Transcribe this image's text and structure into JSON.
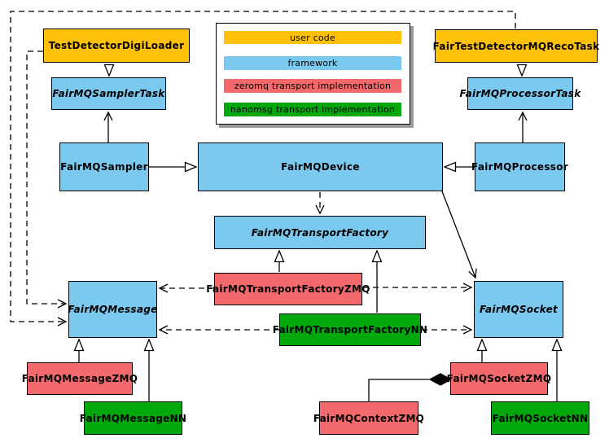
{
  "diagram_type": "uml-class-diagram",
  "colors": {
    "user": "#FFC107",
    "framework": "#7CC9F0",
    "zeromq": "#F4696B",
    "nanomsg": "#00A80B",
    "border": "#000000",
    "background": "#FFFFFF",
    "legend_shadow": "#9A9A9A"
  },
  "legend": {
    "items": [
      {
        "label": "user code",
        "category": "user"
      },
      {
        "label": "framework",
        "category": "framework"
      },
      {
        "label": "zeromq transport implementation",
        "category": "zeromq"
      },
      {
        "label": "nanomsg transport implementation",
        "category": "nanomsg"
      }
    ]
  },
  "nodes": {
    "testDetectorDigiLoader": {
      "label": "TestDetectorDigiLoader",
      "category": "user",
      "abstract": false
    },
    "fairTestDetectorMQRecoTask": {
      "label": "FairTestDetectorMQRecoTask",
      "category": "user",
      "abstract": false
    },
    "fairMQSamplerTask": {
      "label": "FairMQSamplerTask",
      "category": "framework",
      "abstract": true
    },
    "fairMQProcessorTask": {
      "label": "FairMQProcessorTask",
      "category": "framework",
      "abstract": true
    },
    "fairMQSampler": {
      "label": "FairMQSampler",
      "category": "framework",
      "abstract": false
    },
    "fairMQDevice": {
      "label": "FairMQDevice",
      "category": "framework",
      "abstract": false
    },
    "fairMQProcessor": {
      "label": "FairMQProcessor",
      "category": "framework",
      "abstract": false
    },
    "fairMQTransportFactory": {
      "label": "FairMQTransportFactory",
      "category": "framework",
      "abstract": true
    },
    "fairMQTransportFactoryZMQ": {
      "label": "FairMQTransportFactoryZMQ",
      "category": "zeromq",
      "abstract": false
    },
    "fairMQTransportFactoryNN": {
      "label": "FairMQTransportFactoryNN",
      "category": "nanomsg",
      "abstract": false
    },
    "fairMQMessage": {
      "label": "FairMQMessage",
      "category": "framework",
      "abstract": true
    },
    "fairMQSocket": {
      "label": "FairMQSocket",
      "category": "framework",
      "abstract": true
    },
    "fairMQMessageZMQ": {
      "label": "FairMQMessageZMQ",
      "category": "zeromq",
      "abstract": false
    },
    "fairMQMessageNN": {
      "label": "FairMQMessageNN",
      "category": "nanomsg",
      "abstract": false
    },
    "fairMQSocketZMQ": {
      "label": "FairMQSocketZMQ",
      "category": "zeromq",
      "abstract": false
    },
    "fairMQSocketNN": {
      "label": "FairMQSocketNN",
      "category": "nanomsg",
      "abstract": false
    },
    "fairMQContextZMQ": {
      "label": "FairMQContextZMQ",
      "category": "zeromq",
      "abstract": false
    }
  },
  "edges": [
    {
      "from": "TestDetectorDigiLoader",
      "to": "FairMQSamplerTask",
      "type": "inheritance"
    },
    {
      "from": "FairTestDetectorMQRecoTask",
      "to": "FairMQProcessorTask",
      "type": "inheritance"
    },
    {
      "from": "FairMQSampler",
      "to": "FairMQSamplerTask",
      "type": "association"
    },
    {
      "from": "FairMQSampler",
      "to": "FairMQDevice",
      "type": "inheritance"
    },
    {
      "from": "FairMQProcessor",
      "to": "FairMQProcessorTask",
      "type": "association"
    },
    {
      "from": "FairMQProcessor",
      "to": "FairMQDevice",
      "type": "inheritance"
    },
    {
      "from": "FairMQDevice",
      "to": "FairMQTransportFactory",
      "type": "dependency-dashed"
    },
    {
      "from": "FairMQDevice",
      "to": "FairMQSocket",
      "type": "association"
    },
    {
      "from": "FairMQTransportFactoryZMQ",
      "to": "FairMQTransportFactory",
      "type": "inheritance"
    },
    {
      "from": "FairMQTransportFactoryNN",
      "to": "FairMQTransportFactory",
      "type": "inheritance"
    },
    {
      "from": "FairMQTransportFactoryZMQ",
      "to": "FairMQMessage",
      "type": "dependency-dashed"
    },
    {
      "from": "FairMQTransportFactoryZMQ",
      "to": "FairMQSocket",
      "type": "dependency-dashed"
    },
    {
      "from": "FairMQTransportFactoryNN",
      "to": "FairMQMessage",
      "type": "dependency-dashed"
    },
    {
      "from": "FairMQTransportFactoryNN",
      "to": "FairMQSocket",
      "type": "dependency-dashed"
    },
    {
      "from": "FairMQMessageZMQ",
      "to": "FairMQMessage",
      "type": "inheritance"
    },
    {
      "from": "FairMQMessageNN",
      "to": "FairMQMessage",
      "type": "inheritance"
    },
    {
      "from": "FairMQSocketZMQ",
      "to": "FairMQSocket",
      "type": "inheritance"
    },
    {
      "from": "FairMQSocketNN",
      "to": "FairMQSocket",
      "type": "inheritance"
    },
    {
      "from": "FairMQContextZMQ",
      "to": "FairMQSocketZMQ",
      "type": "composition"
    },
    {
      "from": "TestDetectorDigiLoader",
      "to": "FairMQMessage",
      "type": "dependency-dashed"
    },
    {
      "from": "FairTestDetectorMQRecoTask",
      "to": "FairMQMessage",
      "type": "dependency-dashed"
    }
  ]
}
